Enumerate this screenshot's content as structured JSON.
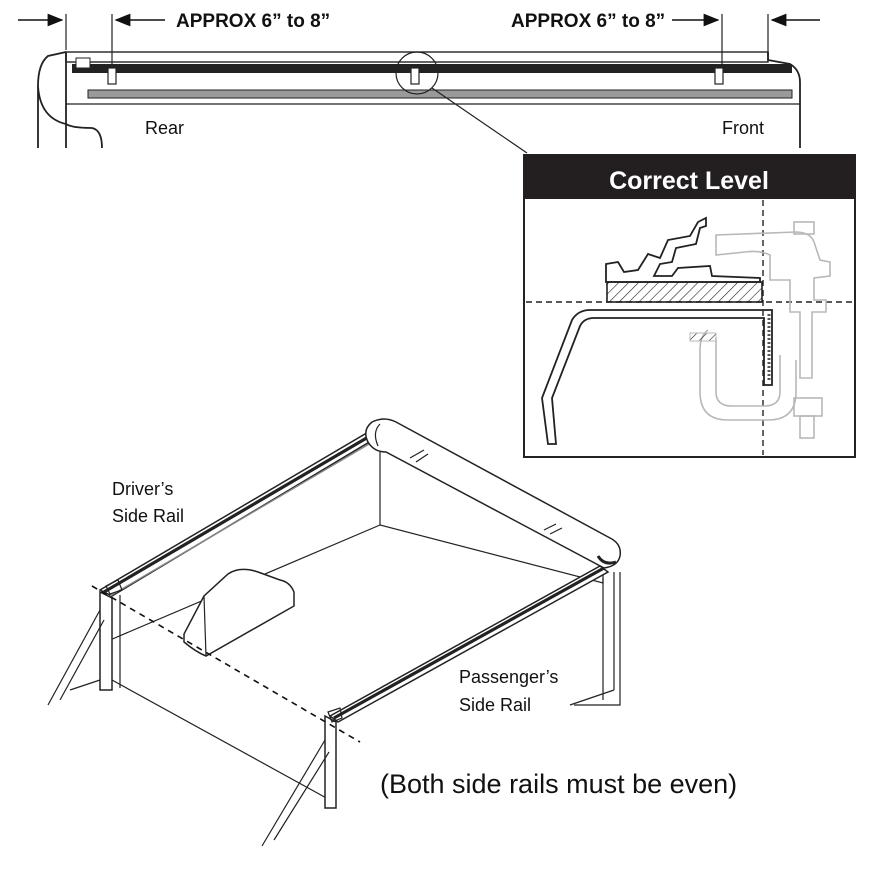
{
  "top_view": {
    "left_distance_label": "APPROX 6” to 8”",
    "right_distance_label": "APPROX 6” to 8”",
    "rear_label": "Rear",
    "front_label": "Front"
  },
  "detail": {
    "title": "Correct Level"
  },
  "bed_view": {
    "driver_rail_line1": "Driver’s",
    "driver_rail_line2": "Side Rail",
    "passenger_rail_line1": "Passenger’s",
    "passenger_rail_line2": "Side Rail",
    "caption": "(Both side rails must be even)"
  },
  "colors": {
    "ink": "#111111",
    "banner": "#231f20",
    "detail_gray": "#b8b8b8"
  }
}
